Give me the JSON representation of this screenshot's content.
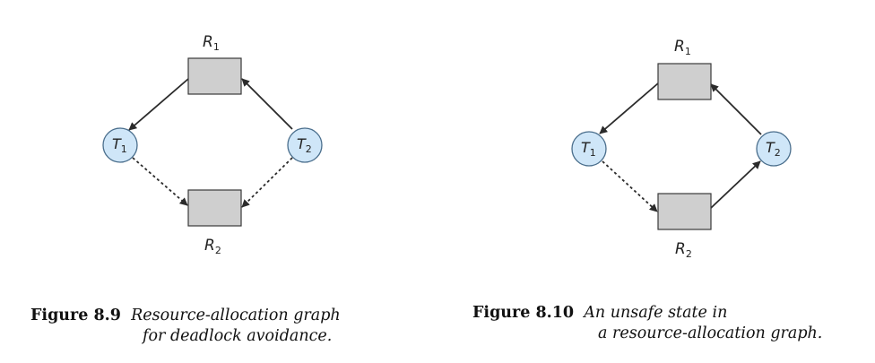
{
  "colors": {
    "thread_fill": "#cfe6f8",
    "thread_stroke": "#4a6e8c",
    "resource_fill": "#cfcfcf",
    "resource_stroke": "#3a3a3a",
    "edge": "#2b2b2b"
  },
  "figure_9": {
    "resource_1": {
      "name": "R",
      "sub": "1"
    },
    "resource_2": {
      "name": "R",
      "sub": "2"
    },
    "thread_1": {
      "name": "T",
      "sub": "1"
    },
    "thread_2": {
      "name": "T",
      "sub": "2"
    },
    "edges": [
      {
        "from": "R1",
        "to": "T1",
        "style": "solid",
        "meaning": "assignment"
      },
      {
        "from": "T2",
        "to": "R1",
        "style": "solid",
        "meaning": "request"
      },
      {
        "from": "T1",
        "to": "R2",
        "style": "dashed",
        "meaning": "claim"
      },
      {
        "from": "T2",
        "to": "R2",
        "style": "dashed",
        "meaning": "claim"
      }
    ],
    "caption": {
      "number": "Figure 8.9",
      "line1": "Resource-allocation graph",
      "line2": "for deadlock avoidance."
    }
  },
  "figure_10": {
    "resource_1": {
      "name": "R",
      "sub": "1"
    },
    "resource_2": {
      "name": "R",
      "sub": "2"
    },
    "thread_1": {
      "name": "T",
      "sub": "1"
    },
    "thread_2": {
      "name": "T",
      "sub": "2"
    },
    "edges": [
      {
        "from": "R1",
        "to": "T1",
        "style": "solid",
        "meaning": "assignment"
      },
      {
        "from": "T2",
        "to": "R1",
        "style": "solid",
        "meaning": "request"
      },
      {
        "from": "T1",
        "to": "R2",
        "style": "dashed",
        "meaning": "claim"
      },
      {
        "from": "R2",
        "to": "T2",
        "style": "solid",
        "meaning": "assignment"
      }
    ],
    "caption": {
      "number": "Figure 8.10",
      "line1": "An unsafe state in",
      "line2": "a resource-allocation graph."
    }
  }
}
